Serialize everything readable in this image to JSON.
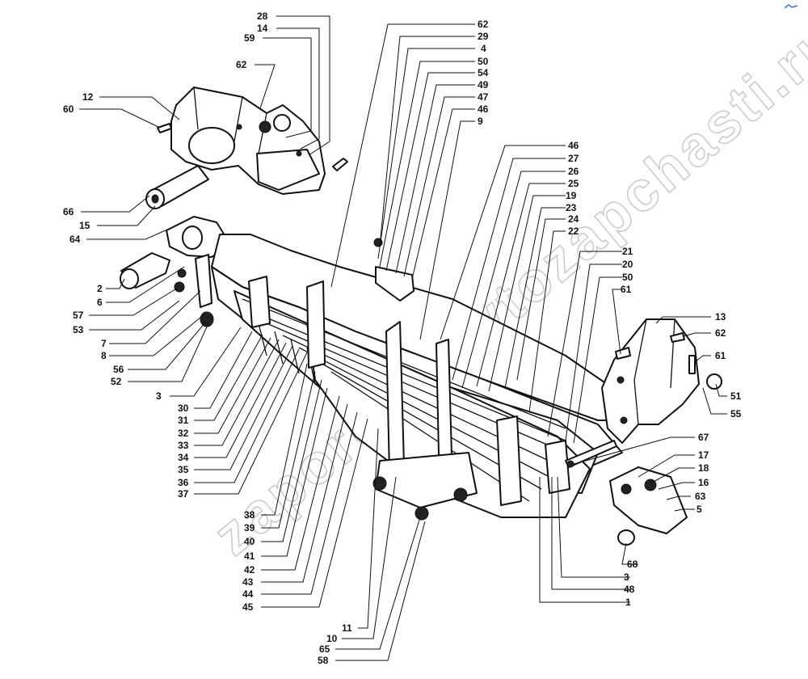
{
  "diagram": {
    "watermark": "zaporozh-avtozapchasti.ru",
    "callouts": [
      {
        "id": "c28",
        "text": "28"
      },
      {
        "id": "c14",
        "text": "14"
      },
      {
        "id": "c59",
        "text": "59"
      },
      {
        "id": "c62a",
        "text": "62"
      },
      {
        "id": "c12",
        "text": "12"
      },
      {
        "id": "c60",
        "text": "60"
      },
      {
        "id": "c66",
        "text": "66"
      },
      {
        "id": "c15",
        "text": "15"
      },
      {
        "id": "c64",
        "text": "64"
      },
      {
        "id": "c2",
        "text": "2"
      },
      {
        "id": "c6",
        "text": "6"
      },
      {
        "id": "c57",
        "text": "57"
      },
      {
        "id": "c53",
        "text": "53"
      },
      {
        "id": "c7",
        "text": "7"
      },
      {
        "id": "c8",
        "text": "8"
      },
      {
        "id": "c56",
        "text": "56"
      },
      {
        "id": "c52",
        "text": "52"
      },
      {
        "id": "c3a",
        "text": "3"
      },
      {
        "id": "c30",
        "text": "30"
      },
      {
        "id": "c31",
        "text": "31"
      },
      {
        "id": "c32",
        "text": "32"
      },
      {
        "id": "c33",
        "text": "33"
      },
      {
        "id": "c34",
        "text": "34"
      },
      {
        "id": "c35",
        "text": "35"
      },
      {
        "id": "c36",
        "text": "36"
      },
      {
        "id": "c37",
        "text": "37"
      },
      {
        "id": "c38",
        "text": "38"
      },
      {
        "id": "c39",
        "text": "39"
      },
      {
        "id": "c40",
        "text": "40"
      },
      {
        "id": "c41",
        "text": "41"
      },
      {
        "id": "c42",
        "text": "42"
      },
      {
        "id": "c43",
        "text": "43"
      },
      {
        "id": "c44",
        "text": "44"
      },
      {
        "id": "c45",
        "text": "45"
      },
      {
        "id": "c11",
        "text": "11"
      },
      {
        "id": "c10",
        "text": "10"
      },
      {
        "id": "c65",
        "text": "65"
      },
      {
        "id": "c58",
        "text": "58"
      },
      {
        "id": "c62b",
        "text": "62"
      },
      {
        "id": "c29",
        "text": "29"
      },
      {
        "id": "c4",
        "text": "4"
      },
      {
        "id": "c50a",
        "text": "50"
      },
      {
        "id": "c54",
        "text": "54"
      },
      {
        "id": "c49",
        "text": "49"
      },
      {
        "id": "c47",
        "text": "47"
      },
      {
        "id": "c46a",
        "text": "46"
      },
      {
        "id": "c9",
        "text": "9"
      },
      {
        "id": "c46b",
        "text": "46"
      },
      {
        "id": "c27",
        "text": "27"
      },
      {
        "id": "c26",
        "text": "26"
      },
      {
        "id": "c25",
        "text": "25"
      },
      {
        "id": "c19",
        "text": "19"
      },
      {
        "id": "c23",
        "text": "23"
      },
      {
        "id": "c24",
        "text": "24"
      },
      {
        "id": "c22",
        "text": "22"
      },
      {
        "id": "c21",
        "text": "21"
      },
      {
        "id": "c20",
        "text": "20"
      },
      {
        "id": "c50b",
        "text": "50"
      },
      {
        "id": "c61a",
        "text": "61"
      },
      {
        "id": "c13",
        "text": "13"
      },
      {
        "id": "c62c",
        "text": "62"
      },
      {
        "id": "c61b",
        "text": "61"
      },
      {
        "id": "c51",
        "text": "51"
      },
      {
        "id": "c55",
        "text": "55"
      },
      {
        "id": "c67",
        "text": "67"
      },
      {
        "id": "c17",
        "text": "17"
      },
      {
        "id": "c18",
        "text": "18"
      },
      {
        "id": "c16",
        "text": "16"
      },
      {
        "id": "c63",
        "text": "63"
      },
      {
        "id": "c5",
        "text": "5"
      },
      {
        "id": "c68",
        "text": "68"
      },
      {
        "id": "c3b",
        "text": "3"
      },
      {
        "id": "c48",
        "text": "48"
      },
      {
        "id": "c1",
        "text": "1"
      }
    ]
  }
}
